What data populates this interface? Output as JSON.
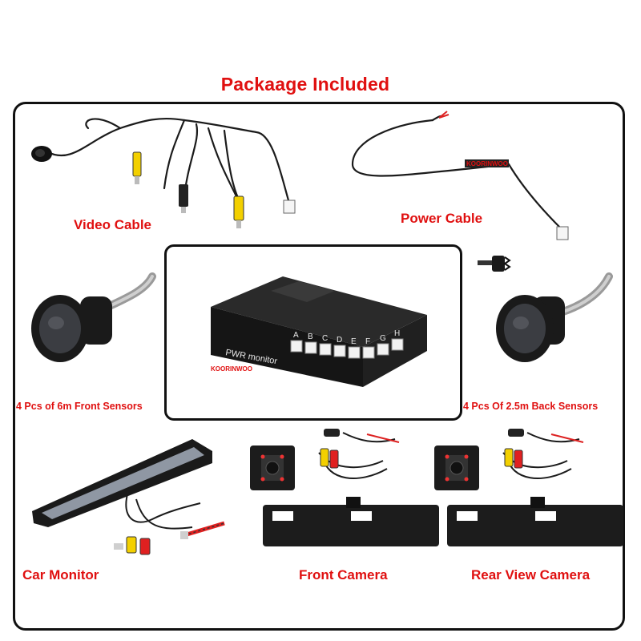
{
  "title": "Packaage Included",
  "items": {
    "video_cable": "Video Cable",
    "power_cable": "Power Cable",
    "front_sensors": "4 Pcs of 6m Front Sensors",
    "back_sensors": "4 Pcs Of 2.5m Back Sensors",
    "car_monitor": "Car Monitor",
    "front_camera": "Front Camera",
    "rear_camera": "Rear View Camera"
  },
  "control_box": {
    "label": "PWR monitor",
    "ports": [
      "A",
      "B",
      "C",
      "D",
      "E",
      "F",
      "G",
      "H"
    ]
  },
  "watermark": "KOORINWOO",
  "colors": {
    "label_red": "#e01010",
    "frame": "#111111",
    "device_black": "#1a1a1a"
  }
}
